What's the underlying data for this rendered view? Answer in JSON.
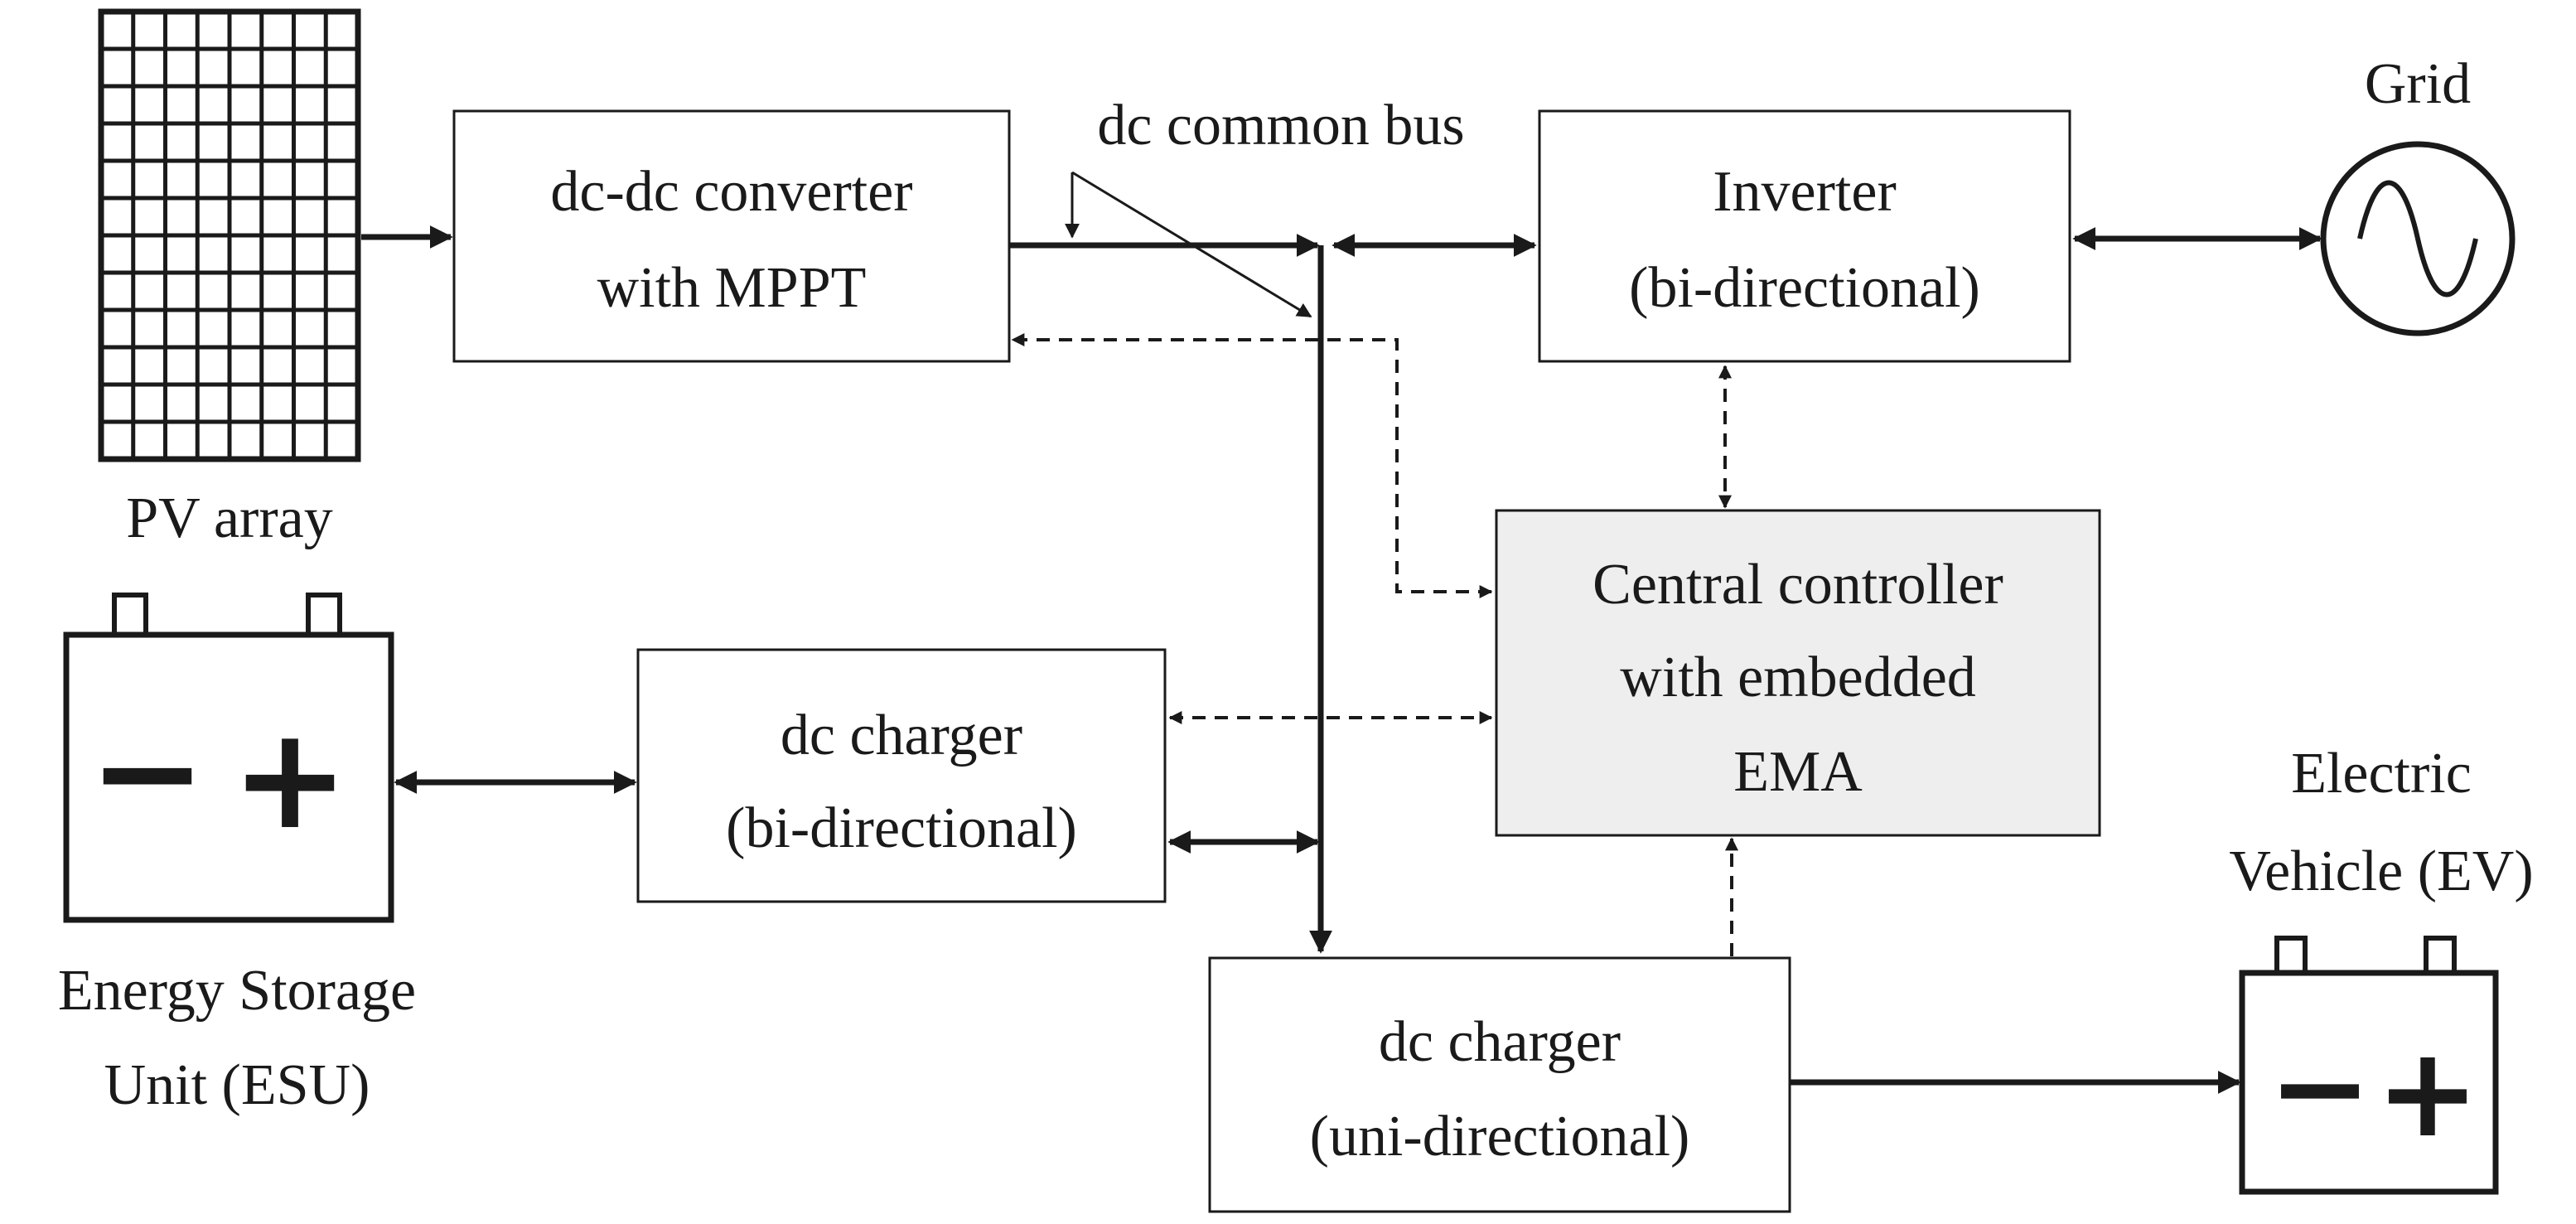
{
  "blocks": {
    "pv_array": {
      "label": "PV array"
    },
    "dcdc": {
      "line1": "dc-dc converter",
      "line2": "with MPPT"
    },
    "bus": {
      "label": "dc common bus"
    },
    "inverter": {
      "line1": "Inverter",
      "line2": "(bi-directional)"
    },
    "grid": {
      "label": "Grid"
    },
    "controller": {
      "line1": "Central controller",
      "line2": "with embedded",
      "line3": "EMA"
    },
    "esu_charger": {
      "line1": "dc charger",
      "line2": "(bi-directional)"
    },
    "esu": {
      "line1": "Energy Storage",
      "line2": "Unit (ESU)",
      "minus": "−",
      "plus": "+"
    },
    "ev_charger": {
      "line1": "dc charger",
      "line2": "(uni-directional)"
    },
    "ev": {
      "line1": "Electric",
      "line2": "Vehicle (EV)",
      "minus": "−",
      "plus": "+"
    }
  },
  "colors": {
    "ink": "#1a1a1a",
    "controller_fill": "#eeeeee",
    "background": "#ffffff"
  }
}
